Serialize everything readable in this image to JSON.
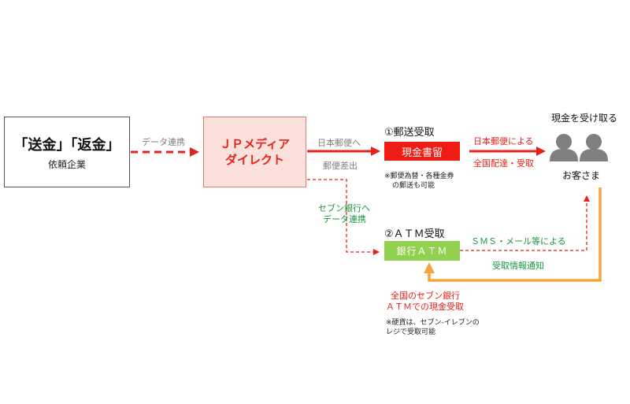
{
  "nodes": {
    "client": {
      "main": "「送金」「返金」",
      "sub": "依頼企業"
    },
    "jp": {
      "line1": "ＪＰメディア",
      "line2": "ダイレクト"
    },
    "cash_registered": "現金書留",
    "bank_atm": "銀行ＡＴＭ",
    "customer_heading": "現金を受け取る",
    "customer_name": "お客さま"
  },
  "labels": {
    "data_link": "データ連携",
    "to_japan_post": "日本郵便へ",
    "post_submit": "郵便差出",
    "seven_bank_line1": "セブン銀行へ",
    "seven_bank_line2": "データ連携",
    "by_japan_post": "日本郵便による",
    "nationwide_delivery": "全国配達・受取",
    "sms_mail": "ＳＭＳ・メール等による",
    "receipt_notice": "受取情報通知",
    "atm_receive_line1": "全国のセブン銀行",
    "atm_receive_line2": "ＡＴＭでの現金受取"
  },
  "sections": {
    "postal": "①郵送受取",
    "atm": "②ＡＴＭ受取"
  },
  "notes": {
    "postal_line1": "※郵便為替・各種金券",
    "postal_line2": "の郵送も可能",
    "coin_line1": "※硬貨は、セブン‐イレブンの",
    "coin_line2": "レジで受取可能"
  },
  "colors": {
    "red": "#e8211b",
    "pink_fill": "#fbe1dc",
    "green_fill": "#92d050",
    "green_text": "#1a9640",
    "orange": "#f6a33c",
    "gray": "#808080",
    "icon_gray": "#7f7f7f"
  },
  "icons": [
    "person-icon",
    "person-icon"
  ]
}
